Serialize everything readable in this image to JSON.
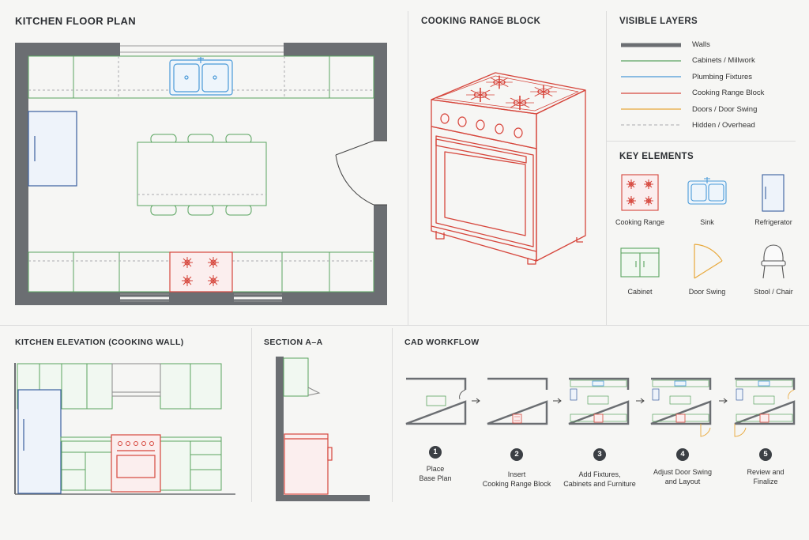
{
  "panels": {
    "floor_plan": "KITCHEN FLOOR PLAN",
    "range_block": "COOKING RANGE BLOCK",
    "visible_layers": "VISIBLE LAYERS",
    "key_elements": "KEY ELEMENTS",
    "elevation": "KITCHEN ELEVATION (COOKING WALL)",
    "section": "SECTION A–A",
    "workflow": "CAD WORKFLOW"
  },
  "layers": [
    {
      "label": "Walls",
      "color": "#6b6e72",
      "style": "thick"
    },
    {
      "label": "Cabinets / Millwork",
      "color": "#5aa460",
      "style": "solid"
    },
    {
      "label": "Plumbing Fixtures",
      "color": "#4a9ad8",
      "style": "solid"
    },
    {
      "label": "Cooking Range Block",
      "color": "#d6463c",
      "style": "solid"
    },
    {
      "label": "Doors / Door Swing",
      "color": "#e8a83a",
      "style": "solid"
    },
    {
      "label": "Hidden / Overhead",
      "color": "#a9abae",
      "style": "dashed"
    }
  ],
  "key_elements": [
    {
      "label": "Cooking Range",
      "icon": "cooking-range-icon"
    },
    {
      "label": "Sink",
      "icon": "sink-icon"
    },
    {
      "label": "Refrigerator",
      "icon": "refrigerator-icon"
    },
    {
      "label": "Cabinet",
      "icon": "cabinet-icon"
    },
    {
      "label": "Door Swing",
      "icon": "door-swing-icon"
    },
    {
      "label": "Stool / Chair",
      "icon": "stool-chair-icon"
    }
  ],
  "workflow_steps": [
    {
      "num": "1",
      "line1": "Place",
      "line2": "Base Plan"
    },
    {
      "num": "2",
      "line1": "Insert",
      "line2": "Cooking Range Block"
    },
    {
      "num": "3",
      "line1": "Add Fixtures,",
      "line2": "Cabinets and Furniture"
    },
    {
      "num": "4",
      "line1": "Adjust Door Swing",
      "line2": "and Layout"
    },
    {
      "num": "5",
      "line1": "Review and",
      "line2": "Finalize"
    }
  ],
  "colors": {
    "wall": "#6b6e72",
    "cabinet": "#5aa460",
    "plumbing": "#4a9ad8",
    "range": "#d6463c",
    "door": "#e8a83a",
    "hidden": "#a9abae"
  }
}
